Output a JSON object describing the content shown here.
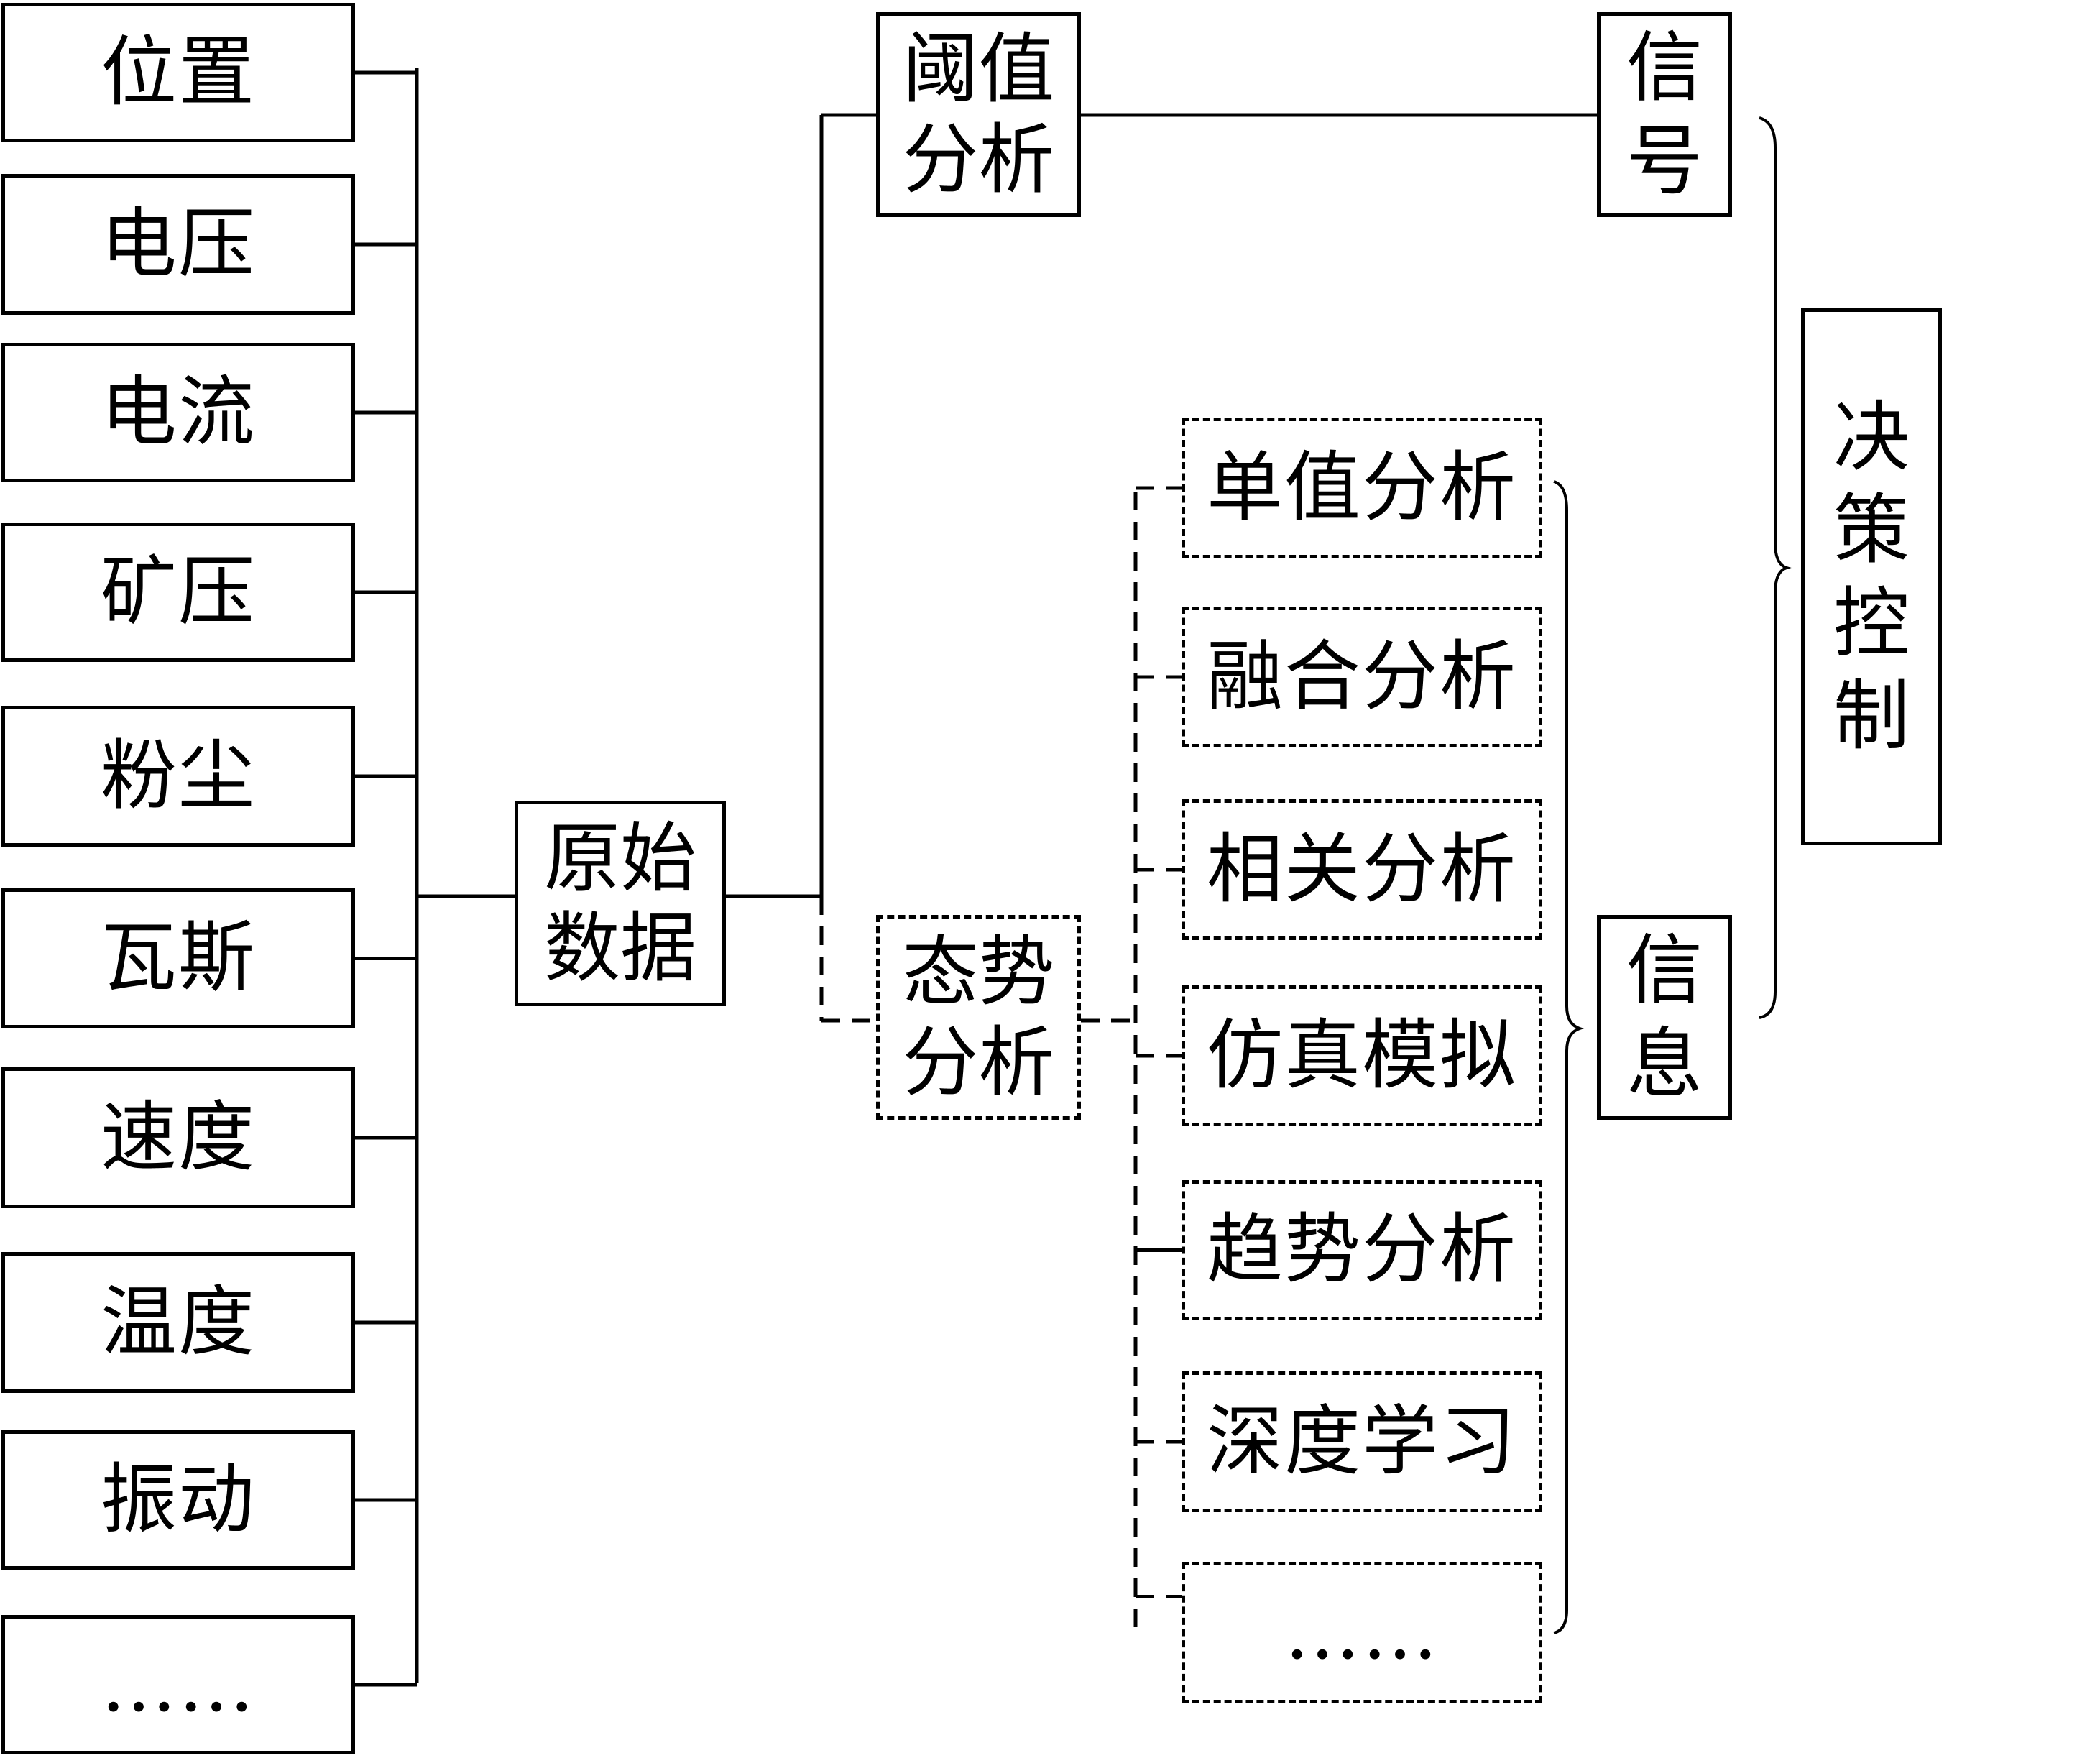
{
  "title": "原始数据 → 阈值分析 / 态势分析 → 信号 / 信息 → 决策控制",
  "inputs": [
    {
      "label": "位置"
    },
    {
      "label": "电压"
    },
    {
      "label": "电流"
    },
    {
      "label": "矿压"
    },
    {
      "label": "粉尘"
    },
    {
      "label": "瓦斯"
    },
    {
      "label": "速度"
    },
    {
      "label": "温度"
    },
    {
      "label": "振动"
    },
    {
      "label": "……"
    }
  ],
  "raw_data": {
    "label": "原始数据"
  },
  "threshold_analysis": {
    "label": "阈值分析"
  },
  "situation_analysis": {
    "label": "态势分析"
  },
  "methods": [
    {
      "label": "单值分析"
    },
    {
      "label": "融合分析"
    },
    {
      "label": "相关分析"
    },
    {
      "label": "仿真模拟"
    },
    {
      "label": "趋势分析"
    },
    {
      "label": "深度学习"
    },
    {
      "label": "……"
    }
  ],
  "signal": {
    "label": "信号"
  },
  "information": {
    "label": "信息"
  },
  "decision": {
    "label": "决策控制"
  }
}
